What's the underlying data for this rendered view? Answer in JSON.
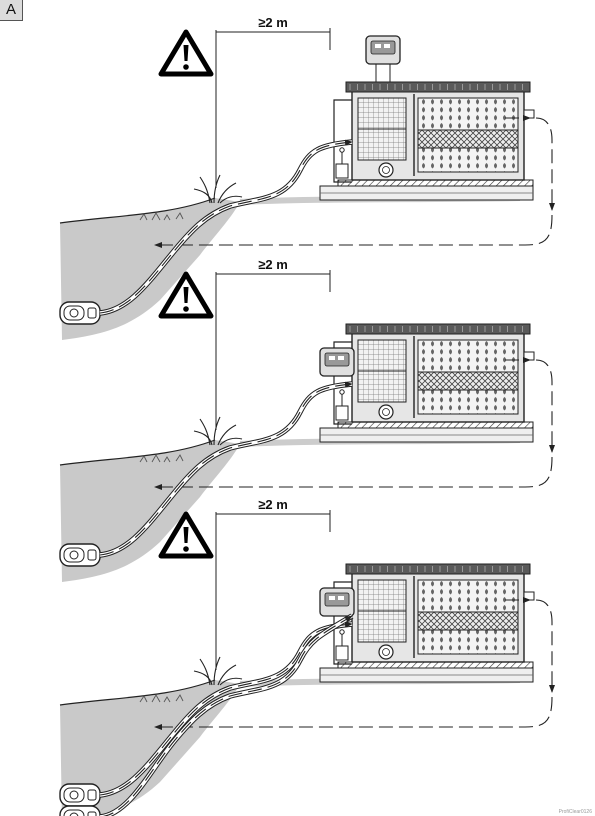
{
  "panel_label": "A",
  "distance_label": "≥2 m",
  "footer_code": "ProfiClear0126",
  "colors": {
    "line": "#222222",
    "ground": "#c9c9c9",
    "filter_body": "#e6e6e6",
    "lid": "#5a5a5a",
    "warning": "#000000"
  },
  "icons": [
    "warning-triangle-icon",
    "pump-icon",
    "filter-unit-icon",
    "control-unit-icon",
    "flow-arrow-icon"
  ],
  "panels": [
    {
      "id": "top",
      "pumps": 1,
      "lines": 1,
      "control_unit": "on-top"
    },
    {
      "id": "middle",
      "pumps": 1,
      "lines": 1,
      "control_unit": "side"
    },
    {
      "id": "bottom",
      "pumps": 2,
      "lines": 2,
      "control_unit": "side"
    }
  ]
}
